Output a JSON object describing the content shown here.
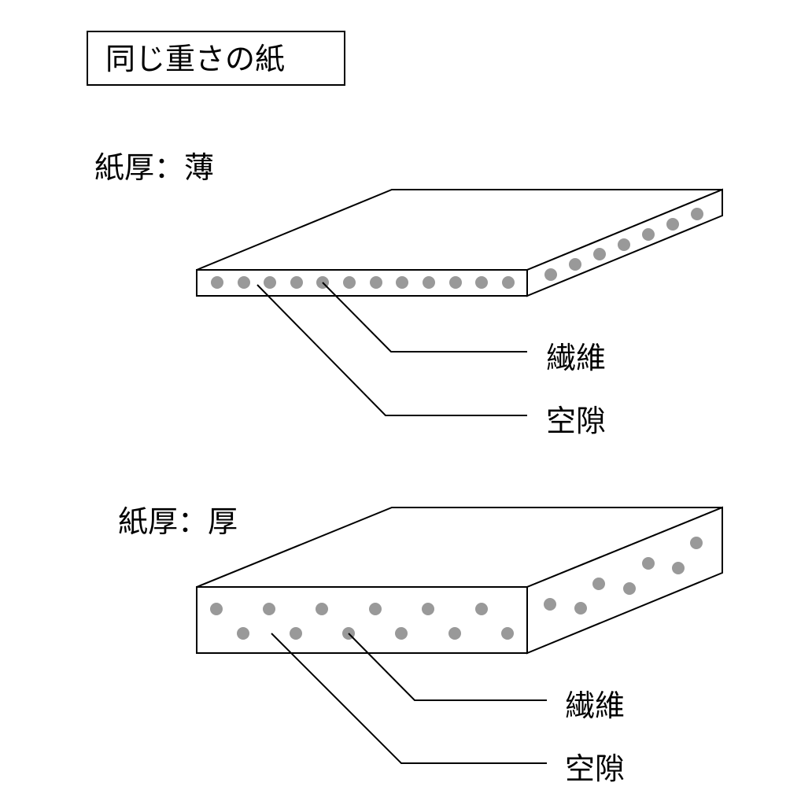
{
  "title": "同じ重さの紙",
  "panels": [
    {
      "heading": "紙厚：薄",
      "fiber_label": "繊維",
      "void_label": "空隙"
    },
    {
      "heading": "紙厚：厚",
      "fiber_label": "繊維",
      "void_label": "空隙"
    }
  ],
  "colors": {
    "line": "#000000",
    "fiber": "#999999",
    "face": "#ffffff"
  }
}
